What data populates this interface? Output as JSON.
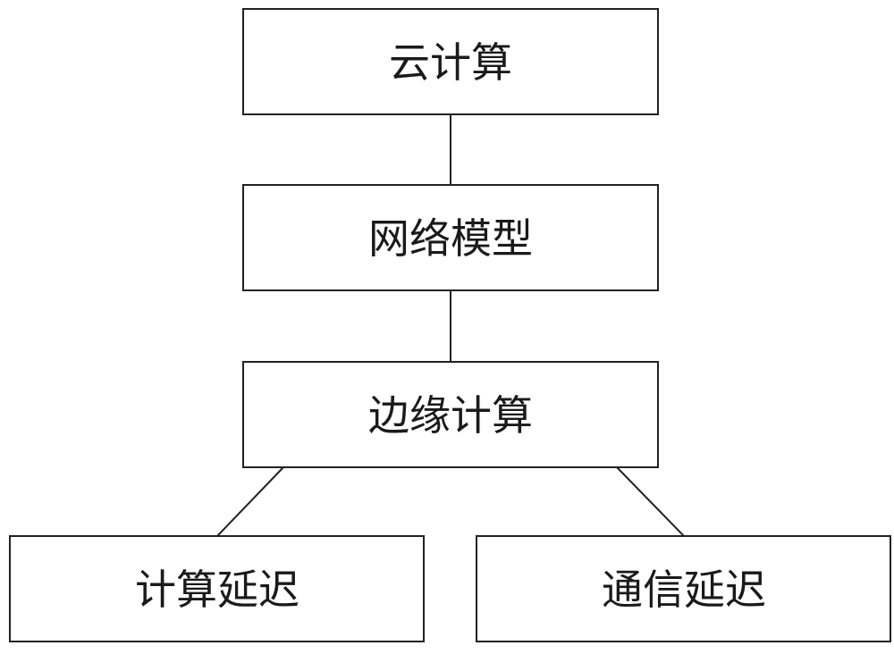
{
  "nodes": {
    "cloud": {
      "label": "云计算"
    },
    "network": {
      "label": "网络模型"
    },
    "edge": {
      "label": "边缘计算"
    },
    "compute_delay": {
      "label": "计算延迟"
    },
    "comm_delay": {
      "label": "通信延迟"
    }
  },
  "edges": [
    {
      "from": "cloud",
      "to": "network"
    },
    {
      "from": "network",
      "to": "edge"
    },
    {
      "from": "edge",
      "to": "compute_delay"
    },
    {
      "from": "edge",
      "to": "comm_delay"
    }
  ],
  "colors": {
    "stroke": "#222222",
    "text": "#1a1a1a",
    "background": "#ffffff"
  }
}
